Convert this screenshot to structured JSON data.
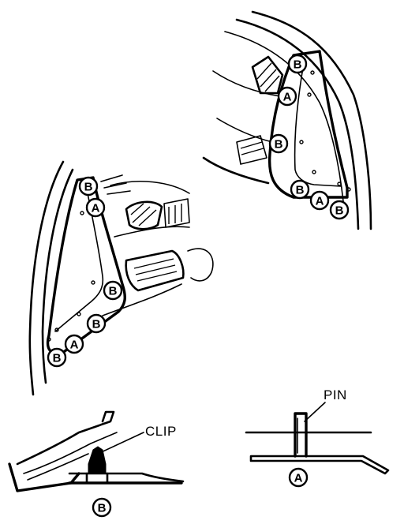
{
  "labels": {
    "clip": "CLIP",
    "pin": "PIN"
  },
  "markers": {
    "a": "A",
    "b": "B"
  }
}
